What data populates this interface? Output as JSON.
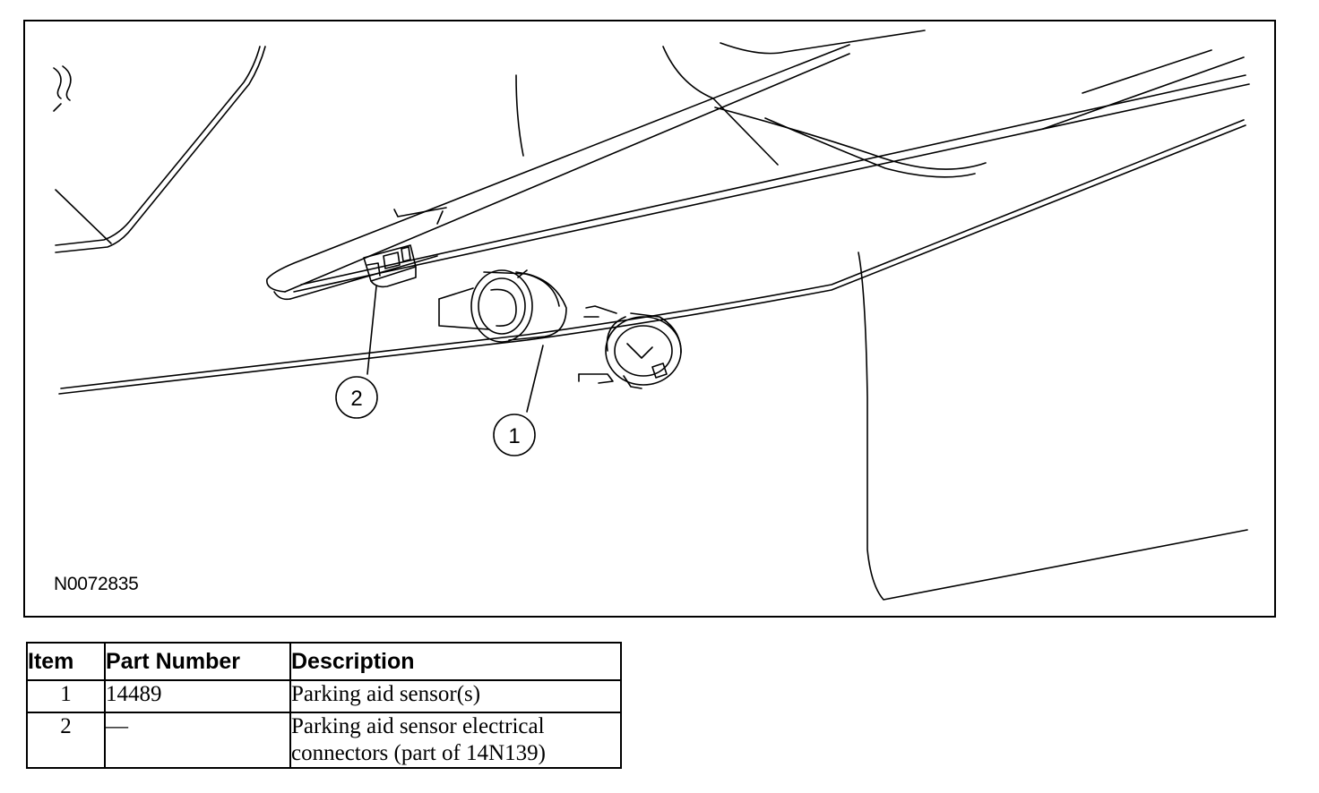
{
  "figure": {
    "id": "N0072835",
    "callouts": [
      {
        "label": "1"
      },
      {
        "label": "2"
      }
    ]
  },
  "table": {
    "headers": {
      "item": "Item",
      "part_number": "Part Number",
      "description": "Description"
    },
    "rows": [
      {
        "item": "1",
        "part_number": "14489",
        "description": "Parking aid sensor(s)"
      },
      {
        "item": "2",
        "part_number": "—",
        "description_line1": "Parking aid sensor electrical",
        "description_line2": "connectors (part of 14N139)"
      }
    ]
  }
}
